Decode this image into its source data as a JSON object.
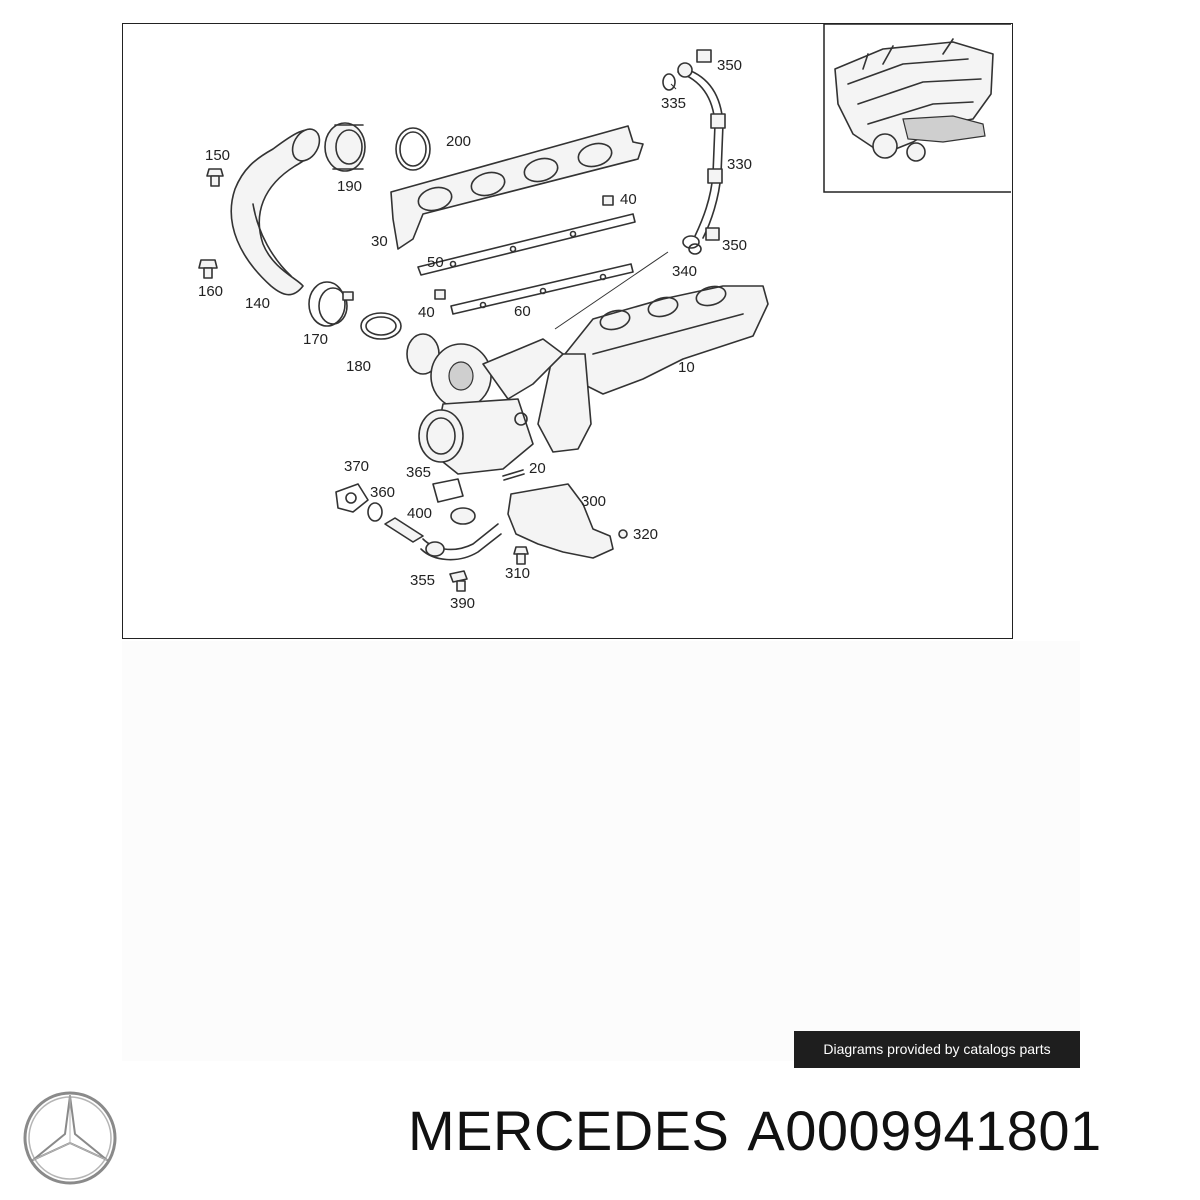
{
  "callouts": [
    {
      "id": "c350a",
      "label": "350"
    },
    {
      "id": "c335",
      "label": "335"
    },
    {
      "id": "c200",
      "label": "200"
    },
    {
      "id": "c330",
      "label": "330"
    },
    {
      "id": "c150",
      "label": "150"
    },
    {
      "id": "c190",
      "label": "190"
    },
    {
      "id": "c40a",
      "label": "40"
    },
    {
      "id": "c30",
      "label": "30"
    },
    {
      "id": "c350b",
      "label": "350"
    },
    {
      "id": "c50",
      "label": "50"
    },
    {
      "id": "c340",
      "label": "340"
    },
    {
      "id": "c160",
      "label": "160"
    },
    {
      "id": "c140",
      "label": "140"
    },
    {
      "id": "c40b",
      "label": "40"
    },
    {
      "id": "c60",
      "label": "60"
    },
    {
      "id": "c170",
      "label": "170"
    },
    {
      "id": "c180",
      "label": "180"
    },
    {
      "id": "c10",
      "label": "10"
    },
    {
      "id": "c370",
      "label": "370"
    },
    {
      "id": "c365",
      "label": "365"
    },
    {
      "id": "c20",
      "label": "20"
    },
    {
      "id": "c360",
      "label": "360"
    },
    {
      "id": "c300",
      "label": "300"
    },
    {
      "id": "c400",
      "label": "400"
    },
    {
      "id": "c320",
      "label": "320"
    },
    {
      "id": "c310",
      "label": "310"
    },
    {
      "id": "c355",
      "label": "355"
    },
    {
      "id": "c390",
      "label": "390"
    }
  ],
  "watermark": "Diagrams provided by catalogs parts",
  "title": {
    "brand": "MERCEDES",
    "part_number": "A0009941801"
  },
  "logo": {
    "name": "mercedes-star-logo",
    "color": "#8a8a8a"
  }
}
